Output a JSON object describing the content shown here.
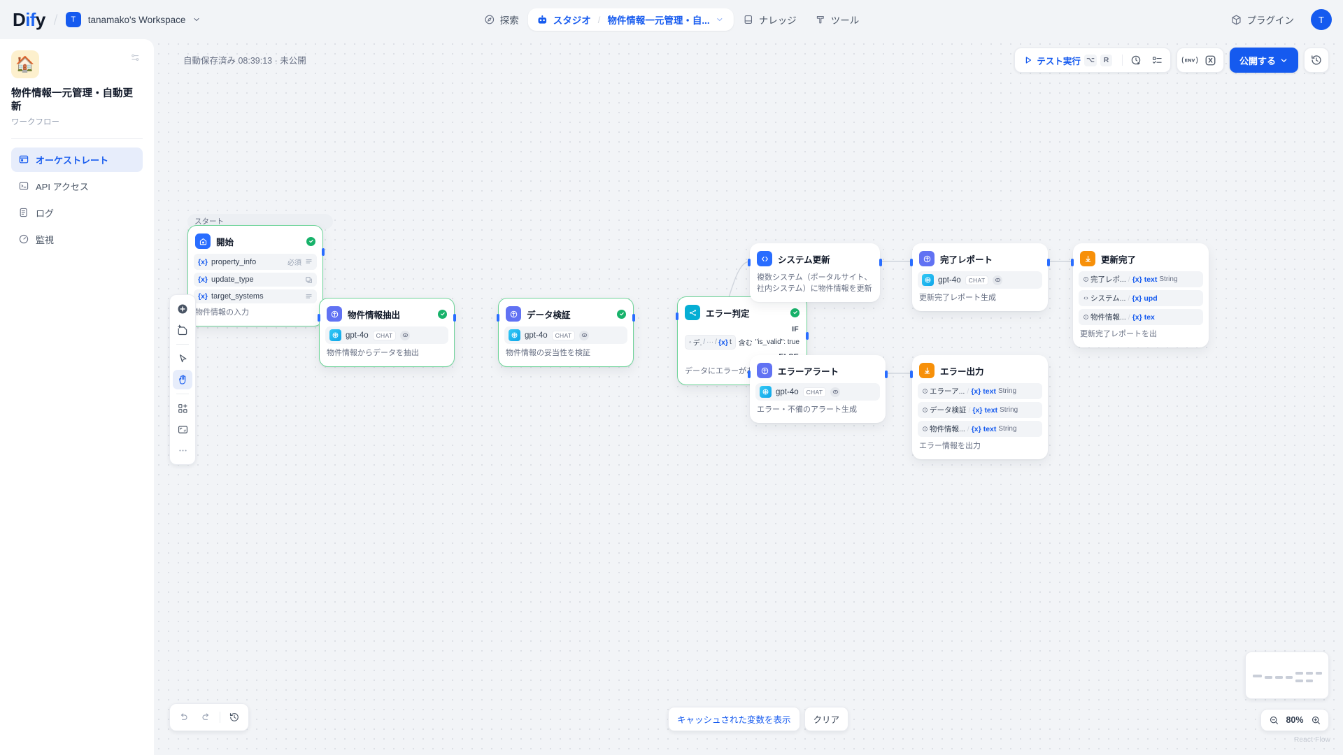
{
  "header": {
    "logo_text": "Dify",
    "workspace_avatar": "T",
    "workspace_name": "tanamako's Workspace",
    "nav": {
      "explore": "探索",
      "studio": "スタジオ",
      "separator": "/",
      "app_name": "物件情報一元管理・自...",
      "knowledge": "ナレッジ",
      "tools": "ツール",
      "plugins": "プラグイン"
    },
    "user_avatar": "T"
  },
  "sidebar": {
    "app_icon": "🏠",
    "app_title": "物件情報一元管理・自動更新",
    "app_subtitle": "ワークフロー",
    "items": [
      {
        "label": "オーケストレート",
        "icon": "orchestrate-icon",
        "active": true
      },
      {
        "label": "API アクセス",
        "icon": "api-access-icon",
        "active": false
      },
      {
        "label": "ログ",
        "icon": "logs-icon",
        "active": false
      },
      {
        "label": "監視",
        "icon": "monitoring-icon",
        "active": false
      }
    ]
  },
  "toolbar": {
    "save_status": "自動保存済み 08:39:13 · 未公開",
    "test_run": "テスト実行",
    "kbd_alt": "⌥",
    "kbd_r": "R",
    "env_label": "ENV",
    "var_label": "X",
    "publish": "公開する"
  },
  "canvas_footer": {
    "show_cached_vars": "キャッシュされた変数を表示",
    "clear": "クリア",
    "zoom_level": "80%"
  },
  "watermark": "React Flow",
  "nodes": {
    "start": {
      "group_label": "スタート",
      "title": "開始",
      "icon": "home-icon",
      "status": "success",
      "variables": [
        {
          "name": "property_info",
          "required": "必須",
          "type_icon": "paragraph-icon"
        },
        {
          "name": "update_type",
          "required": "",
          "type_icon": "select-icon"
        },
        {
          "name": "target_systems",
          "required": "",
          "type_icon": "paragraph-icon"
        }
      ],
      "description": "物件情報の入力"
    },
    "extract": {
      "title": "物件情報抽出",
      "icon": "llm-icon",
      "status": "success",
      "model": "gpt-4o",
      "model_badge": "CHAT",
      "description": "物件情報からデータを抽出"
    },
    "validate": {
      "title": "データ検証",
      "icon": "llm-icon",
      "status": "success",
      "model": "gpt-4o",
      "model_badge": "CHAT",
      "description": "物件情報の妥当性を検証"
    },
    "condition": {
      "title": "エラー判定",
      "icon": "if-else-icon",
      "status": "success",
      "if_label": "IF",
      "else_label": "ELSE",
      "cond_source": "デ.",
      "cond_dots": "···",
      "cond_var": "t",
      "cond_operator": "含む",
      "cond_value": "\"is_valid\": true",
      "description": "データにエラーがあるか判定"
    },
    "system_update": {
      "title": "システム更新",
      "icon": "code-icon",
      "description": "複数システム（ポータルサイト、社内システム）に物件情報を更新"
    },
    "complete_report": {
      "title": "完了レポート",
      "icon": "llm-icon",
      "model": "gpt-4o",
      "model_badge": "CHAT",
      "description": "更新完了レポート生成"
    },
    "update_done": {
      "title": "更新完了",
      "icon": "end-icon",
      "outputs": [
        {
          "source": "完了レポ...",
          "key": "text",
          "type": "String"
        },
        {
          "source": "システム...",
          "key": "upd",
          "type": ""
        },
        {
          "source": "物件情報...",
          "key": "tex",
          "type": ""
        }
      ],
      "description": "更新完了レポートを出"
    },
    "error_alert": {
      "title": "エラーアラート",
      "icon": "llm-icon",
      "model": "gpt-4o",
      "model_badge": "CHAT",
      "description": "エラー・不備のアラート生成"
    },
    "error_output": {
      "title": "エラー出力",
      "icon": "end-icon",
      "outputs": [
        {
          "source": "エラーア...",
          "key": "text",
          "type": "String"
        },
        {
          "source": "データ検証",
          "key": "text",
          "type": "String"
        },
        {
          "source": "物件情報...",
          "key": "text",
          "type": "String"
        }
      ],
      "description": "エラー情報を出力"
    }
  },
  "colors": {
    "primary": "#155aef",
    "success": "#17b26a",
    "node_selected_border": "#6fd49a",
    "canvas_bg": "#f2f4f7"
  }
}
